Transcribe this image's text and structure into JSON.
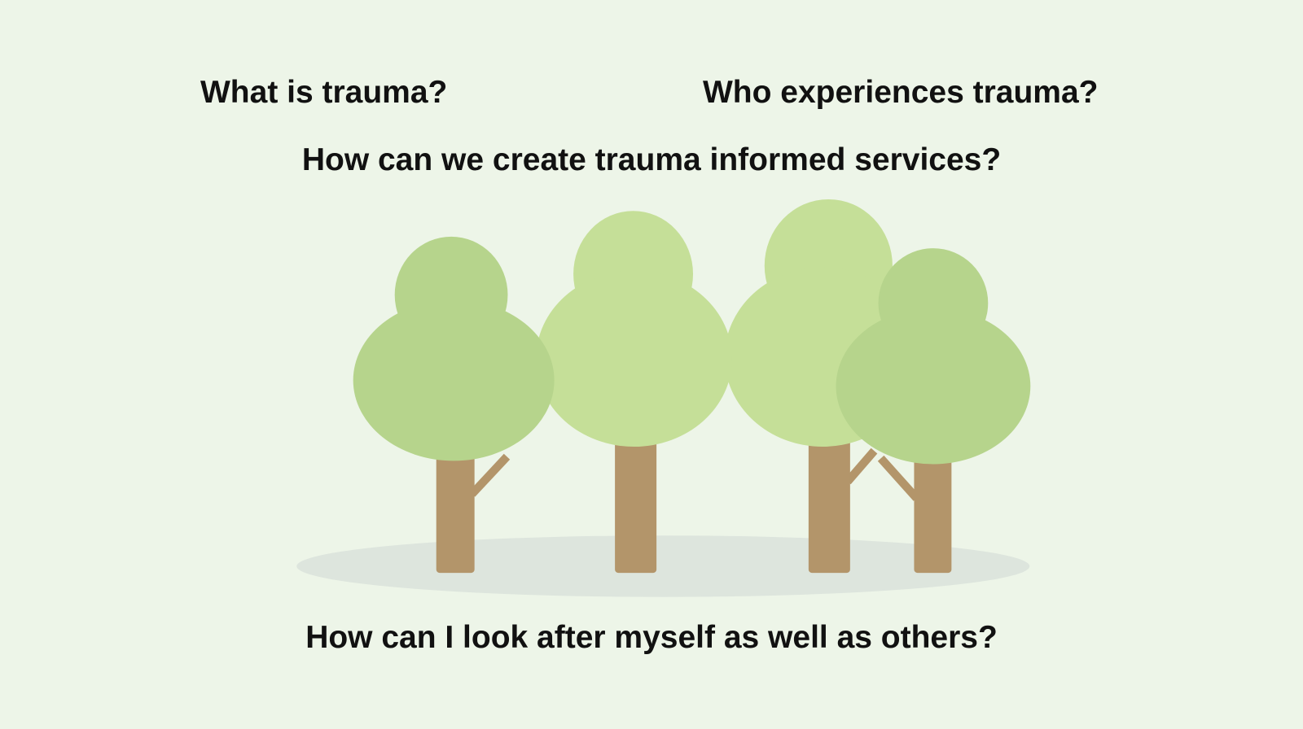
{
  "questions": {
    "what_is_trauma": "What is trauma?",
    "who_experiences": "Who experiences trauma?",
    "trauma_informed_services": "How can we create trauma informed services?",
    "look_after_myself": "How can I look after myself as well as others?"
  },
  "colors": {
    "background": "#edf5e8",
    "canopy_dark": "#b6d48c",
    "canopy_light": "#c5df98",
    "trunk": "#b3956a",
    "shadow": "#dde5dd"
  }
}
